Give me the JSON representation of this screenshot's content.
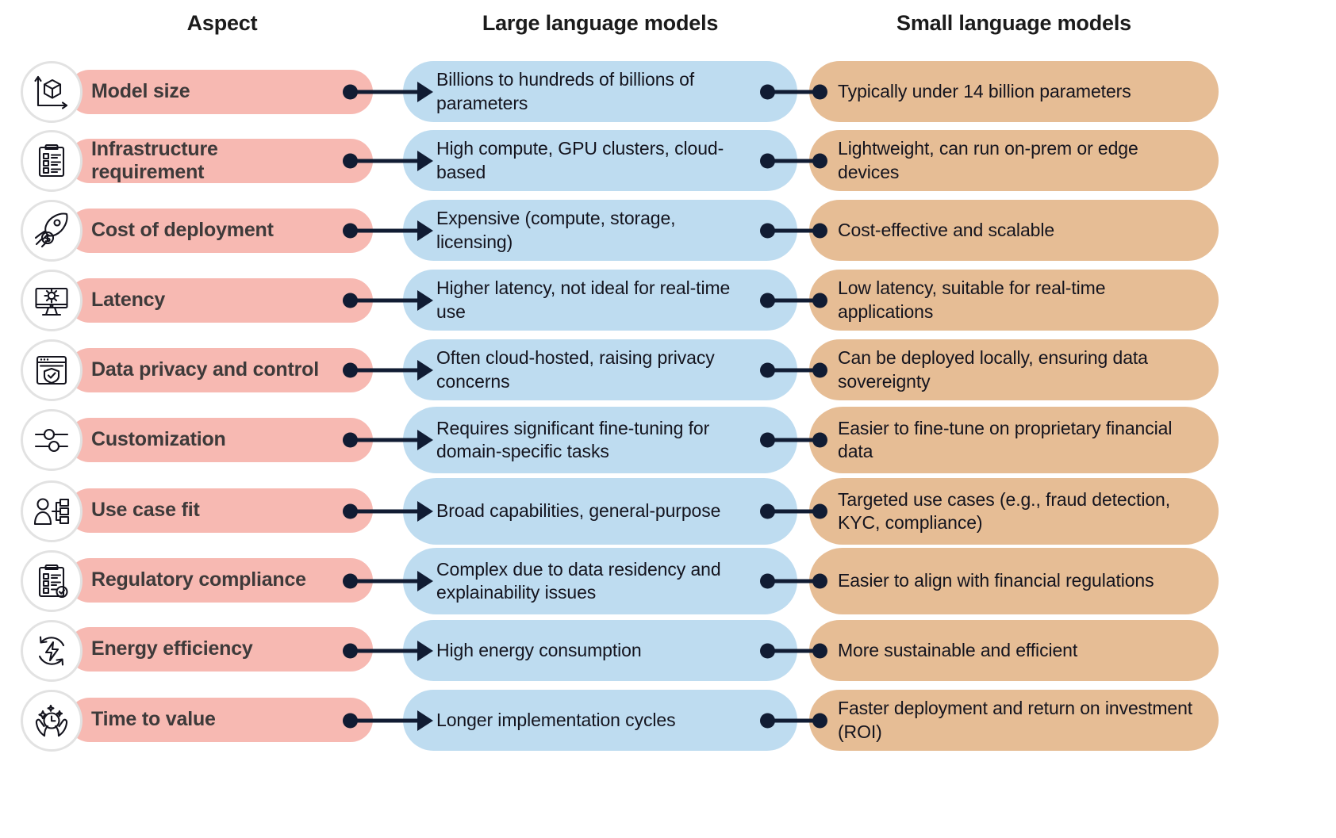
{
  "headers": {
    "aspect": "Aspect",
    "llm": "Large language models",
    "slm": "Small language models"
  },
  "colors": {
    "aspect_pill": "#f7b9b2",
    "llm_pill": "#bedcf0",
    "slm_pill": "#e6bd95",
    "connector": "#111c33",
    "icon_ring": "#e2e2e2",
    "aspect_text": "#3e3a3a",
    "cell_text": "#14141e",
    "background": "#ffffff"
  },
  "rows": [
    {
      "icon": "cube-axes-icon",
      "aspect": "Model size",
      "llm": "Billions to hundreds of billions of parameters",
      "slm": "Typically under 14 billion parameters"
    },
    {
      "icon": "clipboard-checklist-icon",
      "aspect": "Infrastructure requirement",
      "llm": "High compute, GPU clusters, cloud-based",
      "slm": "Lightweight, can run on-prem or edge devices"
    },
    {
      "icon": "rocket-dollar-icon",
      "aspect": "Cost of deployment",
      "llm": "Expensive (compute, storage, licensing)",
      "slm": "Cost-effective and scalable"
    },
    {
      "icon": "monitor-gear-icon",
      "aspect": "Latency",
      "llm": "Higher latency, not ideal for real-time use",
      "slm": "Low latency, suitable for real-time applications"
    },
    {
      "icon": "browser-shield-icon",
      "aspect": "Data privacy and control",
      "llm": "Requires significant fine-tuning for domain-specific tasks",
      "slm": "Can be deployed locally, ensuring data sovereignty"
    },
    {
      "icon": "sliders-icon",
      "aspect": "Customization",
      "llm": "Requires significant fine-tuning for domain-specific tasks",
      "slm": "Easier to fine-tune on proprietary financial data"
    },
    {
      "icon": "user-hierarchy-icon",
      "aspect": "Use case fit",
      "llm": "Broad capabilities, general-purpose",
      "slm": "Targeted use cases (e.g., fraud detection, KYC, compliance)"
    },
    {
      "icon": "clipboard-check-badge-icon",
      "aspect": "Regulatory compliance",
      "llm": "Complex due to data residency and explainability issues",
      "slm": "Easier to align with financial regulations"
    },
    {
      "icon": "energy-recycle-icon",
      "aspect": "Energy efficiency",
      "llm": "High energy consumption",
      "slm": "More sustainable and efficient"
    },
    {
      "icon": "hands-clock-icon",
      "aspect": "Time to value",
      "llm": "Longer implementation cycles",
      "slm": "Faster deployment and return on investment (ROI)"
    }
  ],
  "row_llm_overrides": {
    "4": "Often cloud-hosted, raising privacy concerns"
  }
}
